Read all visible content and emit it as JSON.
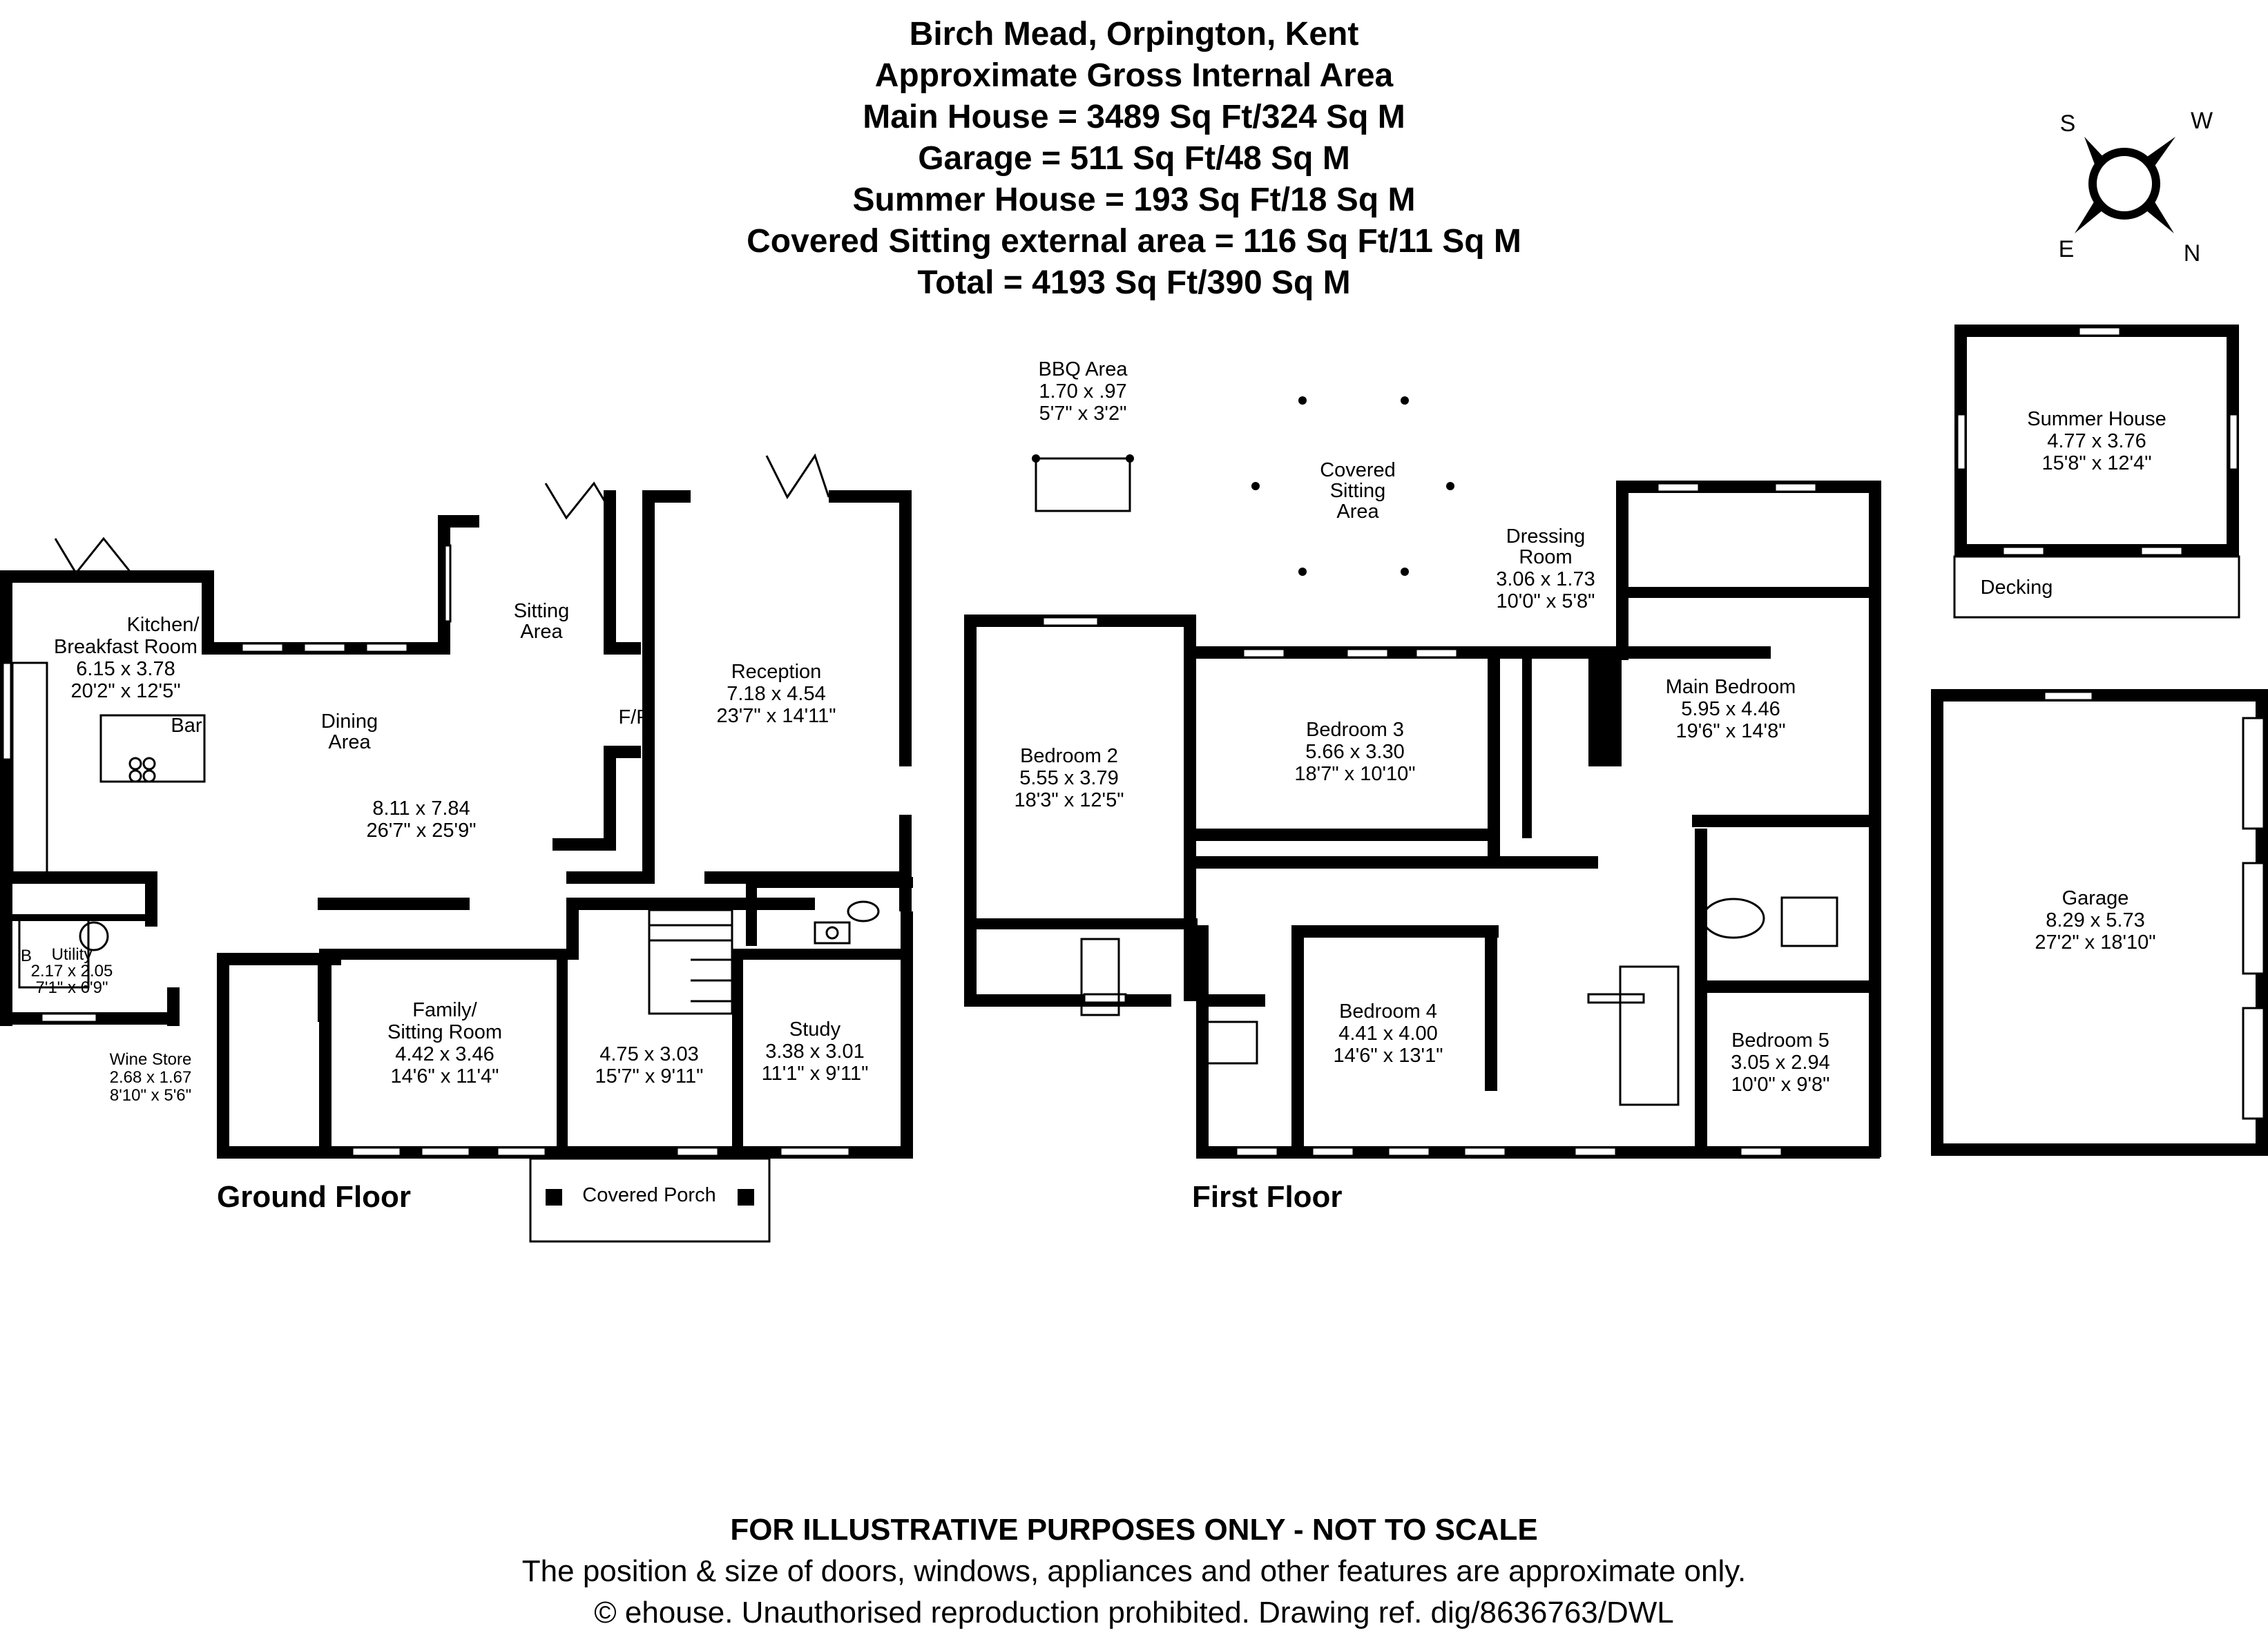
{
  "header": {
    "line1": "Birch Mead, Orpington, Kent",
    "line2": "Approximate Gross Internal Area",
    "line3": "Main House = 3489 Sq Ft/324 Sq M",
    "line4": "Garage = 511 Sq Ft/48 Sq M",
    "line5": "Summer House = 193 Sq Ft/18 Sq M",
    "line6": "Covered Sitting external area = 116 Sq Ft/11 Sq M",
    "line7": "Total = 4193 Sq Ft/390 Sq M"
  },
  "compass": {
    "s": "S",
    "w": "W",
    "e": "E",
    "n": "N"
  },
  "floors": {
    "ground": "Ground Floor",
    "first": "First Floor"
  },
  "rooms": {
    "kitchen": {
      "name1": "Kitchen/",
      "name2": "Breakfast Room",
      "metric": "6.15 x 3.78",
      "imperial": "20'2\" x 12'5\""
    },
    "bar": "Bar",
    "dining": {
      "name1": "Dining",
      "name2": "Area",
      "metric": "8.11 x 7.84",
      "imperial": "26'7\" x 25'9\""
    },
    "sitting_area": {
      "name1": "Sitting",
      "name2": "Area"
    },
    "fp": "F/P",
    "reception": {
      "name": "Reception",
      "metric": "7.18 x 4.54",
      "imperial": "23'7\" x 14'11\""
    },
    "utility": {
      "name": "Utility",
      "metric": "2.17 x 2.05",
      "imperial": "7'1\" x 6'9\""
    },
    "utility_b": "B",
    "wine": {
      "name": "Wine Store",
      "metric": "2.68 x 1.67",
      "imperial": "8'10\" x 5'6\""
    },
    "family": {
      "name1": "Family/",
      "name2": "Sitting Room",
      "metric": "4.42 x 3.46",
      "imperial": "14'6\" x 11'4\""
    },
    "hall": {
      "metric": "4.75 x 3.03",
      "imperial": "15'7\" x 9'11\""
    },
    "study": {
      "name": "Study",
      "metric": "3.38 x 3.01",
      "imperial": "11'1\" x 9'11\""
    },
    "porch": "Covered Porch",
    "bbq": {
      "name": "BBQ Area",
      "metric": "1.70 x .97",
      "imperial": "5'7\" x 3'2\""
    },
    "covered": {
      "name1": "Covered",
      "name2": "Sitting",
      "name3": "Area"
    },
    "dressing": {
      "name1": "Dressing",
      "name2": "Room",
      "metric": "3.06 x 1.73",
      "imperial": "10'0\" x 5'8\""
    },
    "bedroom2": {
      "name": "Bedroom 2",
      "metric": "5.55 x 3.79",
      "imperial": "18'3\" x 12'5\""
    },
    "bedroom3": {
      "name": "Bedroom 3",
      "metric": "5.66 x 3.30",
      "imperial": "18'7\" x 10'10\""
    },
    "main_bedroom": {
      "name": "Main Bedroom",
      "metric": "5.95 x 4.46",
      "imperial": "19'6\" x 14'8\""
    },
    "bedroom4": {
      "name": "Bedroom 4",
      "metric": "4.41 x 4.00",
      "imperial": "14'6\" x 13'1\""
    },
    "bedroom5": {
      "name": "Bedroom 5",
      "metric": "3.05 x 2.94",
      "imperial": "10'0\" x 9'8\""
    },
    "summer": {
      "name": "Summer House",
      "metric": "4.77 x 3.76",
      "imperial": "15'8\" x 12'4\""
    },
    "decking": "Decking",
    "garage": {
      "name": "Garage",
      "metric": "8.29 x 5.73",
      "imperial": "27'2\" x 18'10\""
    }
  },
  "footer": {
    "line1": "FOR ILLUSTRATIVE PURPOSES ONLY - NOT TO SCALE",
    "line2": "The position & size of doors, windows, appliances and other features are approximate only.",
    "line3": "© ehouse. Unauthorised reproduction prohibited. Drawing ref. dig/8636763/DWL"
  }
}
